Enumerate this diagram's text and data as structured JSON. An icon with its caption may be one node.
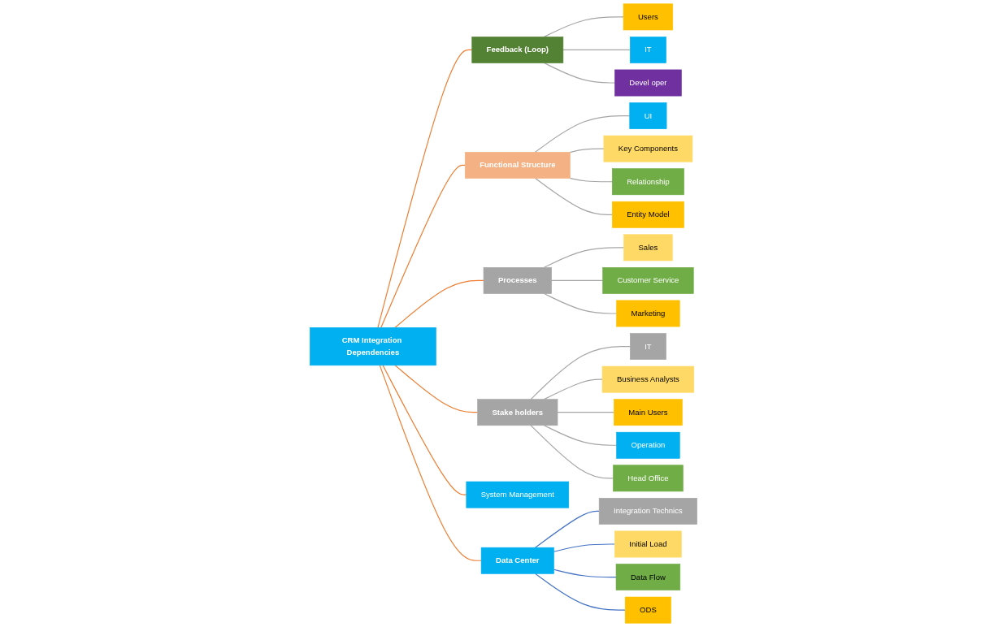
{
  "diagram": {
    "nodes": [
      {
        "text": [
          "CRM Integration Dependencies"
        ]
      },
      {
        "text": [
          "Feedback (Loop)"
        ]
      },
      {
        "text": [
          "Users"
        ]
      },
      {
        "text": [
          "IT"
        ]
      },
      {
        "text": [
          "Devel oper"
        ]
      },
      {
        "text": [
          "Functional Structure"
        ]
      },
      {
        "text": [
          "UI"
        ]
      },
      {
        "text": [
          "Key Components"
        ]
      },
      {
        "text": [
          "Relationship"
        ]
      },
      {
        "text": [
          "Entity Model"
        ]
      },
      {
        "text": [
          "Processes"
        ]
      },
      {
        "text": [
          "Sales"
        ]
      },
      {
        "text": [
          "Customer Service"
        ]
      },
      {
        "text": [
          "Marketing"
        ]
      },
      {
        "text": [
          "Stake holders"
        ]
      },
      {
        "text": [
          "IT"
        ]
      },
      {
        "text": [
          "Business Analysts"
        ]
      },
      {
        "text": [
          "Main Users"
        ]
      },
      {
        "text": [
          "Operation"
        ]
      },
      {
        "text": [
          "Head Office"
        ]
      },
      {
        "text": [
          "System Management"
        ]
      },
      {
        "text": [
          "Data Center"
        ]
      },
      {
        "text": [
          "Integration Technics"
        ]
      },
      {
        "text": [
          "Initial Load"
        ]
      },
      {
        "text": [
          "Data Flow"
        ]
      },
      {
        "text": [
          "ODS"
        ]
      }
    ],
    "edges": [
      {
        "from": 0,
        "to": 1,
        "arrow": "none",
        "color": "#ed7d31"
      },
      {
        "from": 1,
        "to": 2,
        "arrow": "none"
      },
      {
        "from": 1,
        "to": 3,
        "arrow": "none"
      },
      {
        "from": 1,
        "to": 4,
        "arrow": "none"
      },
      {
        "from": 0,
        "to": 5,
        "arrow": "none",
        "color": "#ed7d31"
      },
      {
        "from": 5,
        "to": 6,
        "arrow": "none"
      },
      {
        "from": 5,
        "to": 7,
        "arrow": "none"
      },
      {
        "from": 5,
        "to": 8,
        "arrow": "none"
      },
      {
        "from": 5,
        "to": 9,
        "arrow": "none"
      },
      {
        "from": 0,
        "to": 10,
        "arrow": "none",
        "color": "#ed7d31"
      },
      {
        "from": 10,
        "to": 11,
        "arrow": "none"
      },
      {
        "from": 10,
        "to": 12,
        "arrow": "none"
      },
      {
        "from": 10,
        "to": 13,
        "arrow": "none"
      },
      {
        "from": 0,
        "to": 14,
        "arrow": "none",
        "color": "#ed7d31"
      },
      {
        "from": 14,
        "to": 15,
        "arrow": "none"
      },
      {
        "from": 14,
        "to": 16,
        "arrow": "none"
      },
      {
        "from": 14,
        "to": 17,
        "arrow": "none"
      },
      {
        "from": 14,
        "to": 18,
        "arrow": "none"
      },
      {
        "from": 14,
        "to": 19,
        "arrow": "none"
      },
      {
        "from": 0,
        "to": 20,
        "arrow": "none",
        "color": "#ed7d31"
      },
      {
        "from": 0,
        "to": 21,
        "arrow": "none",
        "color": "#ed7d31"
      },
      {
        "from": 21,
        "to": 22,
        "arrow": "none",
        "color": "#4472c4"
      },
      {
        "from": 21,
        "to": 23,
        "arrow": "none",
        "color": "#4472c4"
      },
      {
        "from": 21,
        "to": 24,
        "arrow": "none",
        "color": "#4472c4"
      },
      {
        "from": 21,
        "to": 25,
        "arrow": "none",
        "color": "#4472c4"
      }
    ]
  }
}
